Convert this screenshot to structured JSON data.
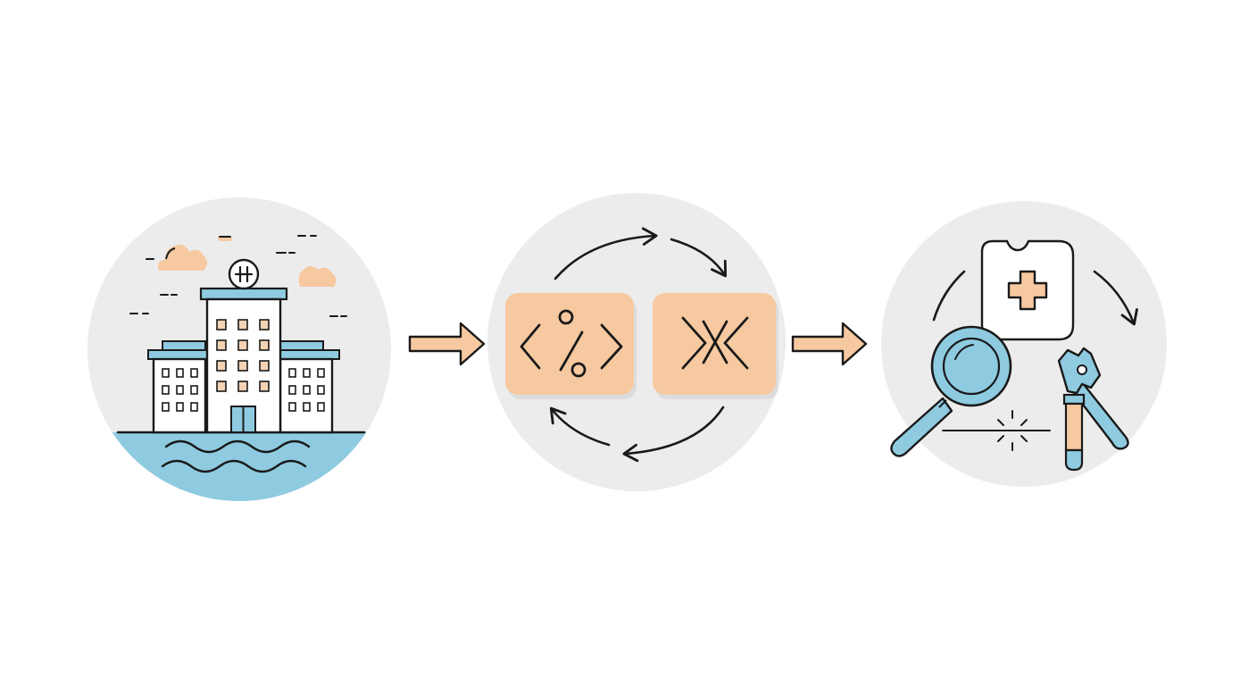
{
  "diagram": {
    "steps": [
      {
        "name": "coastal-hospital",
        "icon": "hospital-building-icon"
      },
      {
        "name": "code-processing-cycle",
        "icon": "code-brackets-icon"
      },
      {
        "name": "inspection-and-repair",
        "icon": "magnifier-and-wrench-icon"
      }
    ],
    "connectors": [
      {
        "from": "coastal-hospital",
        "to": "code-processing-cycle",
        "icon": "arrow-right-icon"
      },
      {
        "from": "code-processing-cycle",
        "to": "inspection-and-repair",
        "icon": "arrow-right-icon"
      }
    ],
    "colors": {
      "circle_fill": "#ececec",
      "stroke": "#1a1a1a",
      "accent_peach": "#f7c9a0",
      "accent_blue": "#8ecbe0",
      "window_fill": "#f3d3b4"
    }
  }
}
